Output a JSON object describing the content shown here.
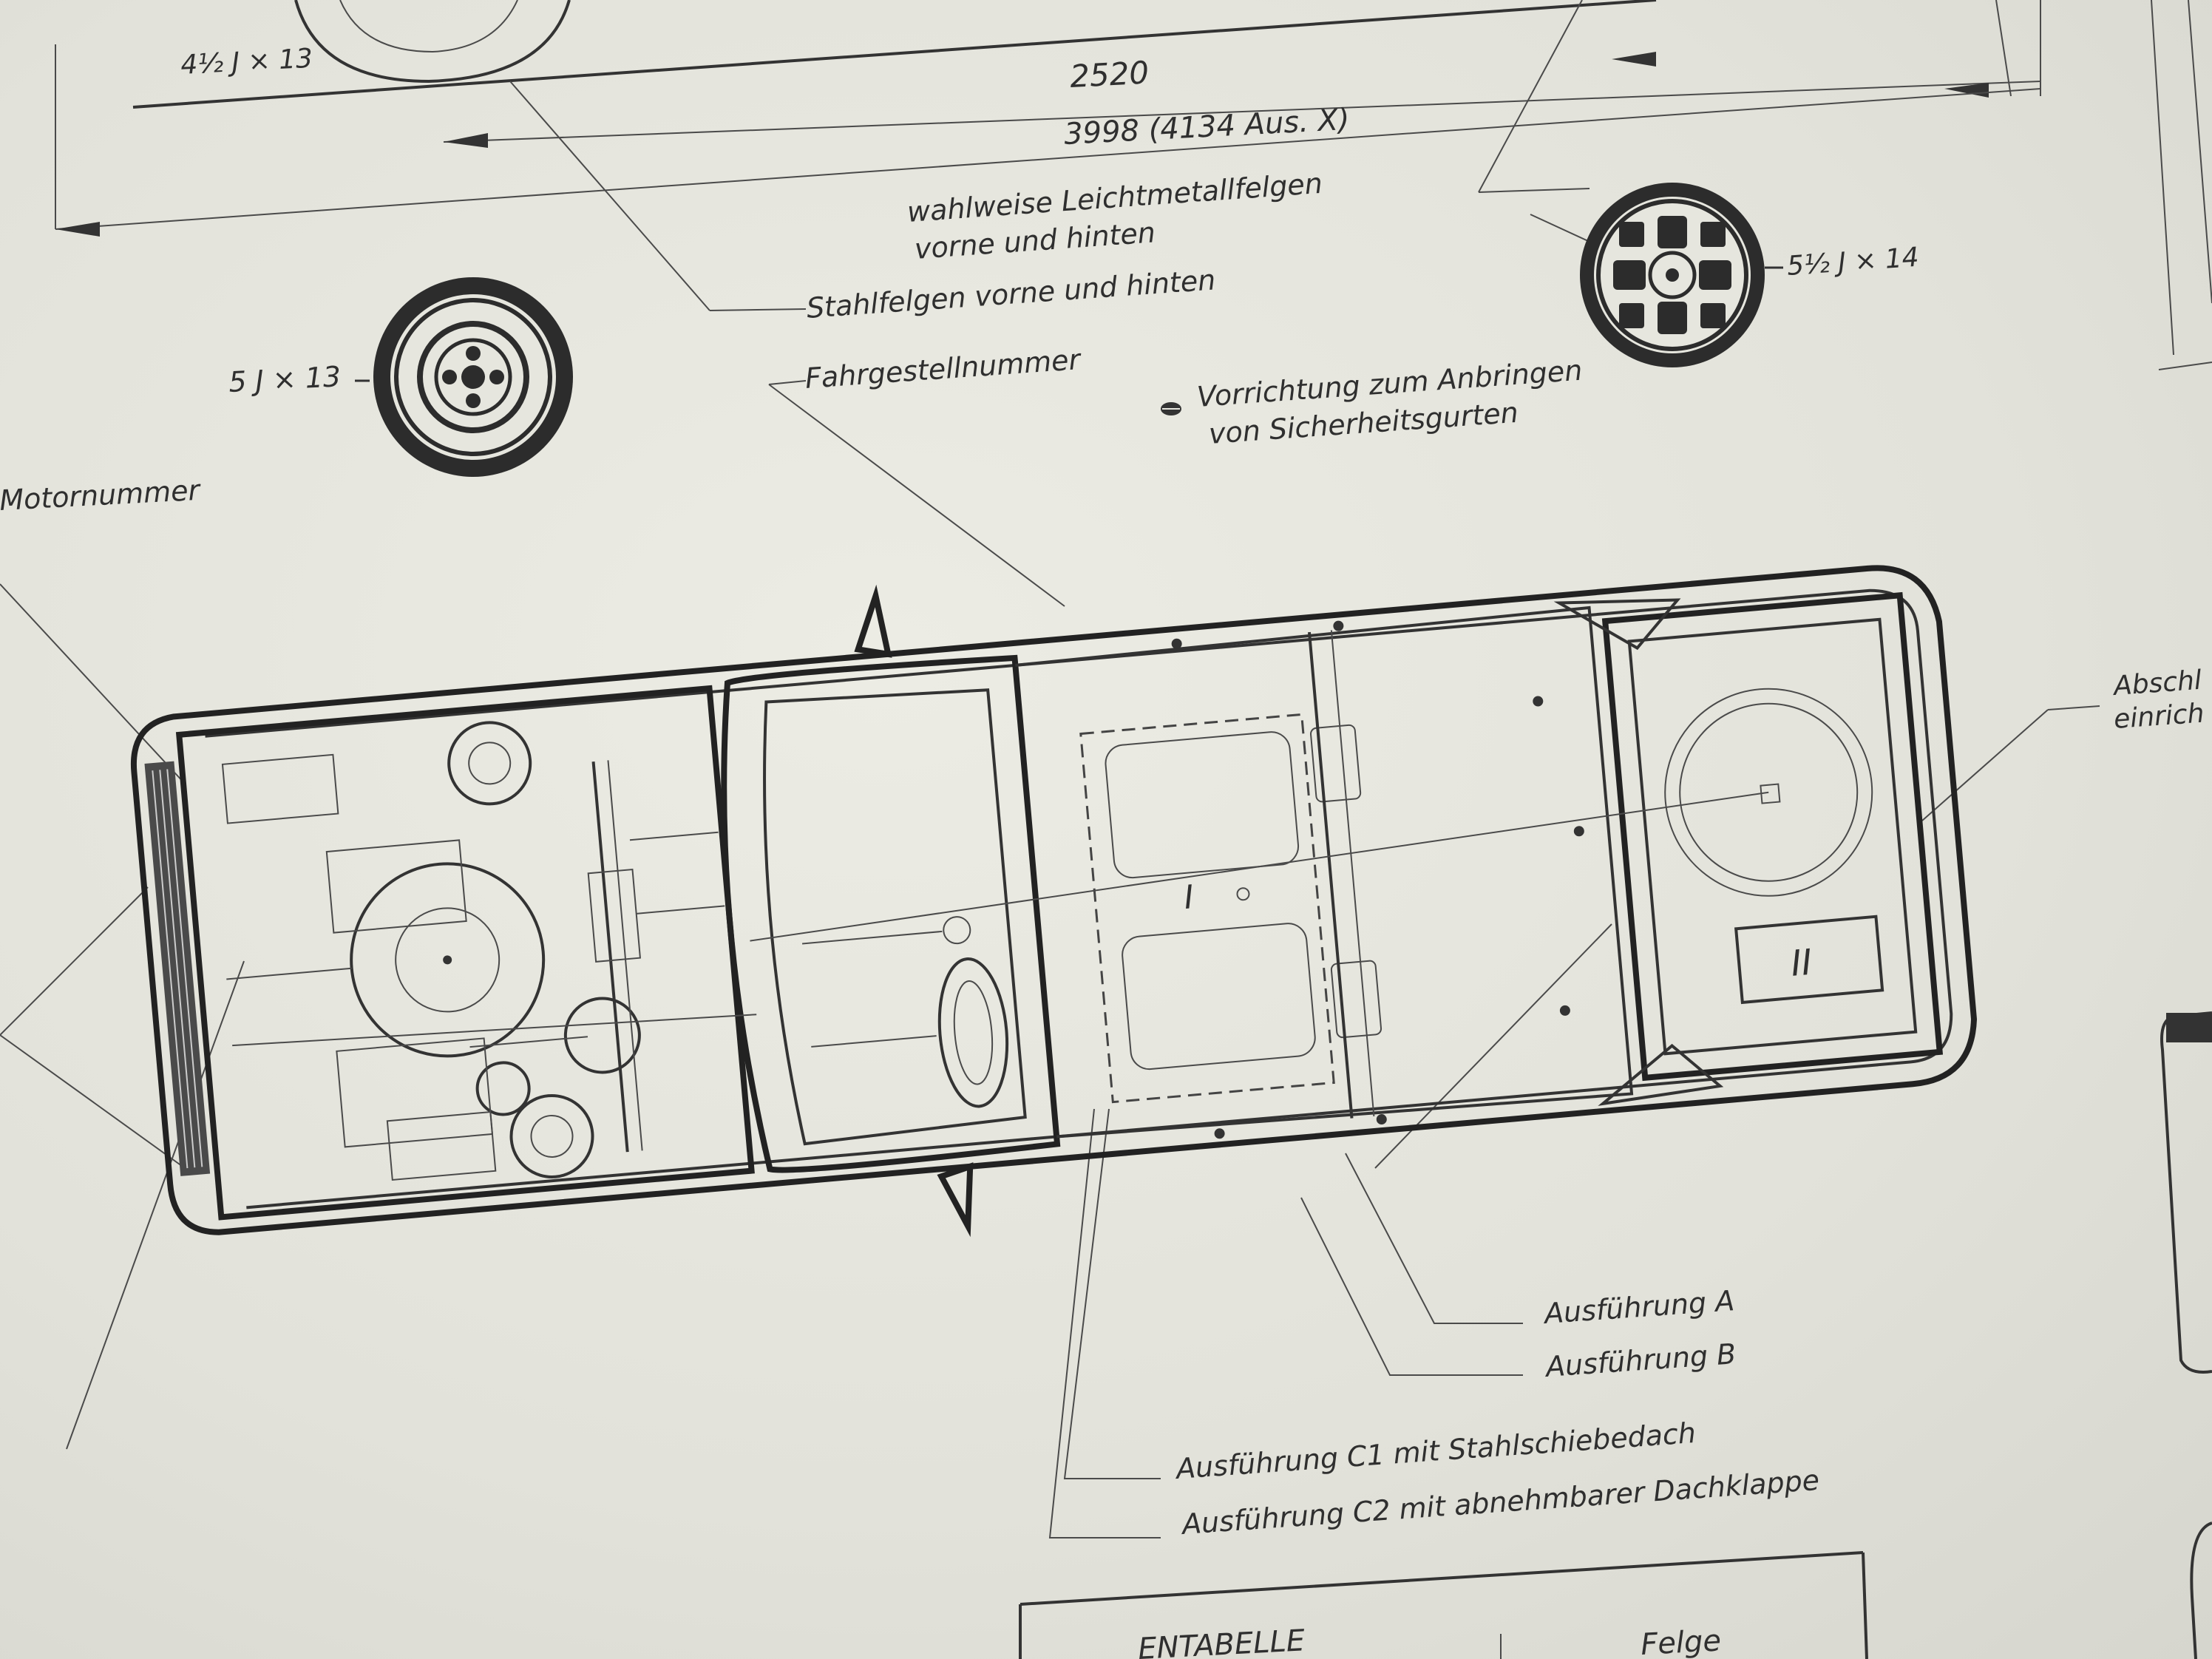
{
  "dimensions": {
    "rim_top": "4½ J × 13",
    "wheelbase": "2520",
    "overall_length": "3998  (4134 Aus. X)"
  },
  "wheels": {
    "alloy_note_line1": "wahlweise Leichtmetallfelgen",
    "alloy_note_line2": "vorne und hinten",
    "steel_note": "Stahlfelgen  vorne und hinten",
    "steel_size": "5 J × 13",
    "alloy_size": "5½ J × 14"
  },
  "labels": {
    "chassis_number": "Fahrgestellnummer",
    "belt_mount_line1": "Vorrichtung zum Anbringen",
    "belt_mount_line2": "von Sicherheitsgurten",
    "engine_number": "Motornummer",
    "tow_line1": "Abschl",
    "tow_line2": "einrich",
    "marker_1": "I",
    "marker_2": "II"
  },
  "variants": {
    "a": "Ausführung  A",
    "b": "Ausführung  B",
    "c1": "Ausführung C1 mit  Stahlschiebedach",
    "c2": "Ausführung C2 mit  abnehmbarer  Dachklappe"
  },
  "table": {
    "title": "ENTABELLE",
    "col_felge": "Felge"
  }
}
